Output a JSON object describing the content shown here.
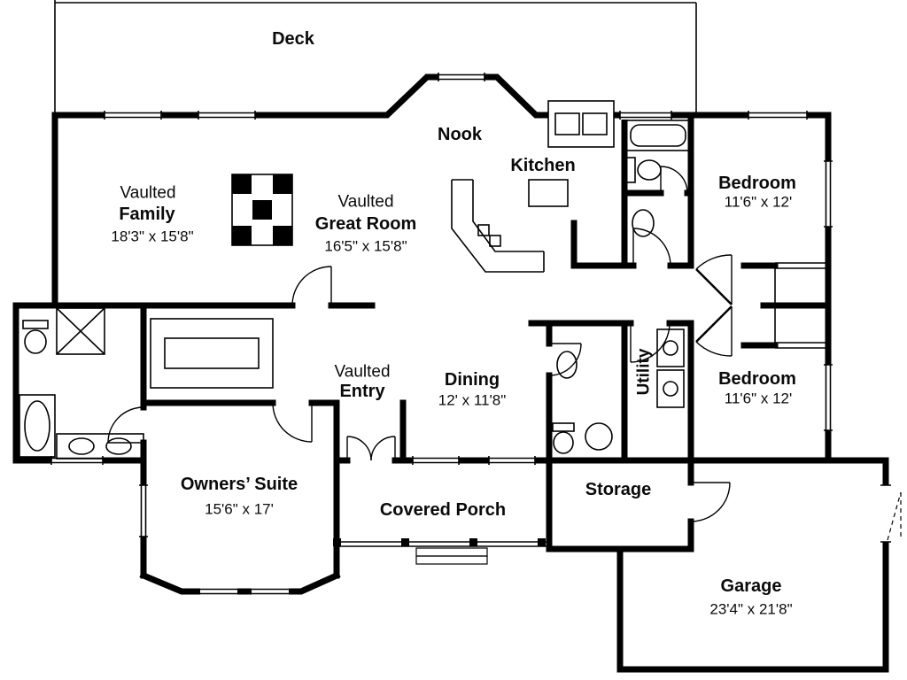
{
  "colors": {
    "line": "#000000",
    "background": "#ffffff"
  },
  "rooms": {
    "deck": {
      "name": "Deck"
    },
    "nook": {
      "name": "Nook"
    },
    "kitchen": {
      "name": "Kitchen"
    },
    "family": {
      "qualifier": "Vaulted",
      "name": "Family",
      "dims": "18'3\" x 15'8\""
    },
    "great_room": {
      "qualifier": "Vaulted",
      "name": "Great Room",
      "dims": "16'5\" x 15'8\""
    },
    "bedroom_top": {
      "name": "Bedroom",
      "dims": "11'6\" x 12'"
    },
    "bedroom_bottom": {
      "name": "Bedroom",
      "dims": "11'6\" x 12'"
    },
    "entry": {
      "qualifier": "Vaulted",
      "name": "Entry"
    },
    "dining": {
      "name": "Dining",
      "dims": "12' x 11'8\""
    },
    "utility": {
      "name": "Utility"
    },
    "owners_suite": {
      "name": "Owners’ Suite",
      "dims": "15'6\" x 17'"
    },
    "covered_porch": {
      "name": "Covered Porch"
    },
    "storage": {
      "name": "Storage"
    },
    "garage": {
      "name": "Garage",
      "dims": "23'4\" x 21'8\""
    }
  }
}
